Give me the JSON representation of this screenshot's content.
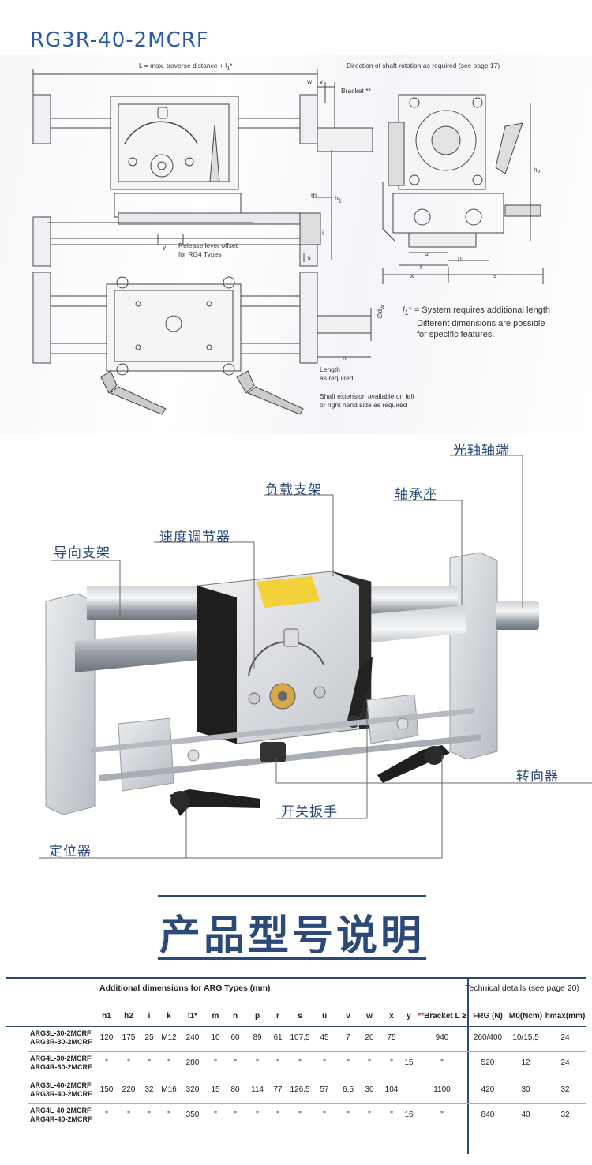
{
  "model_title": "RG3R-40-2MCRF",
  "drawing": {
    "labels": {
      "L": "L = max. traverse distance + l",
      "L_sub": "1",
      "L_star": "*",
      "shaft_dir": "Direction of shaft rotation as required (see page 17)",
      "bracket": "Bracket",
      "bracket_star": "**",
      "w": "w",
      "v": "v",
      "h1": "h",
      "h1_sub": "1",
      "h2": "h",
      "h2_sub": "2",
      "m": "m",
      "i": "i",
      "k": "k",
      "y": "y",
      "release": "Release lever offset",
      "release2": "for RG4 Types",
      "u": "u",
      "p": "p",
      "r": "r",
      "x": "x",
      "s": "s",
      "d": "∅d",
      "d_sub": "w",
      "n": "n",
      "length1": "Length",
      "length2": "as required",
      "shaft_ext1": "Shaft extension available on left",
      "shaft_ext2": "or right hand side as required"
    },
    "notes": {
      "line1_sym": "l",
      "line1_sub": "1",
      "line1_star": "*",
      "line1": " = System requires additional length",
      "line2": "Different dimensions are possible",
      "line3": "for specific features."
    }
  },
  "photo": {
    "callouts": {
      "shaft_end": "光轴轴端",
      "load_bracket": "负载支架",
      "bearing_seat": "轴承座",
      "speed_adjuster": "速度调节器",
      "guide_bracket": "导向支架",
      "reverser": "转向器",
      "switch_lever": "开关扳手",
      "positioner": "定位器"
    }
  },
  "heading": "产品型号说明",
  "table": {
    "title": "Additional dimensions for ARG Types (mm)",
    "tech_title": "Technical details (see page 20)",
    "headers": [
      "h1",
      "h2",
      "i",
      "k",
      "l1*",
      "m",
      "n",
      "p",
      "r",
      "s",
      "u",
      "v",
      "w",
      "x",
      "y"
    ],
    "bracket_header_star": "**",
    "bracket_header": "Bracket L ≥",
    "tech_headers": [
      "FRG (N)",
      "M0(Ncm)",
      "hmax(mm)"
    ],
    "rows": [
      {
        "names": [
          "ARG3L-30-2MCRF",
          "ARG3R-30-2MCRF"
        ],
        "vals": [
          "120",
          "175",
          "25",
          "M12",
          "240",
          "10",
          "60",
          "89",
          "61",
          "107,5",
          "45",
          "7",
          "20",
          "75",
          ""
        ],
        "bracket": "940",
        "tech": [
          "260/400",
          "10/15,5",
          "24"
        ]
      },
      {
        "names": [
          "ARG4L-30-2MCRF",
          "ARG4R-30-2MCRF"
        ],
        "vals": [
          "\"",
          "\"",
          "\"",
          "\"",
          "280",
          "\"",
          "\"",
          "\"",
          "\"",
          "\"",
          "\"",
          "\"",
          "\"",
          "\"",
          "15"
        ],
        "bracket": "\"",
        "tech": [
          "520",
          "12",
          "24"
        ]
      },
      {
        "names": [
          "ARG3L-40-2MCRF",
          "ARG3R-40-2MCRF"
        ],
        "vals": [
          "150",
          "220",
          "32",
          "M16",
          "320",
          "15",
          "80",
          "114",
          "77",
          "126,5",
          "57",
          "6,5",
          "30",
          "104",
          ""
        ],
        "bracket": "1100",
        "tech": [
          "420",
          "30",
          "32"
        ]
      },
      {
        "names": [
          "ARG4L-40-2MCRF",
          "ARG4R-40-2MCRF"
        ],
        "vals": [
          "\"",
          "\"",
          "\"",
          "\"",
          "350",
          "\"",
          "\"",
          "\"",
          "\"",
          "\"",
          "\"",
          "\"",
          "\"",
          "\"",
          "16"
        ],
        "bracket": "\"",
        "tech": [
          "840",
          "40",
          "32"
        ]
      }
    ]
  }
}
